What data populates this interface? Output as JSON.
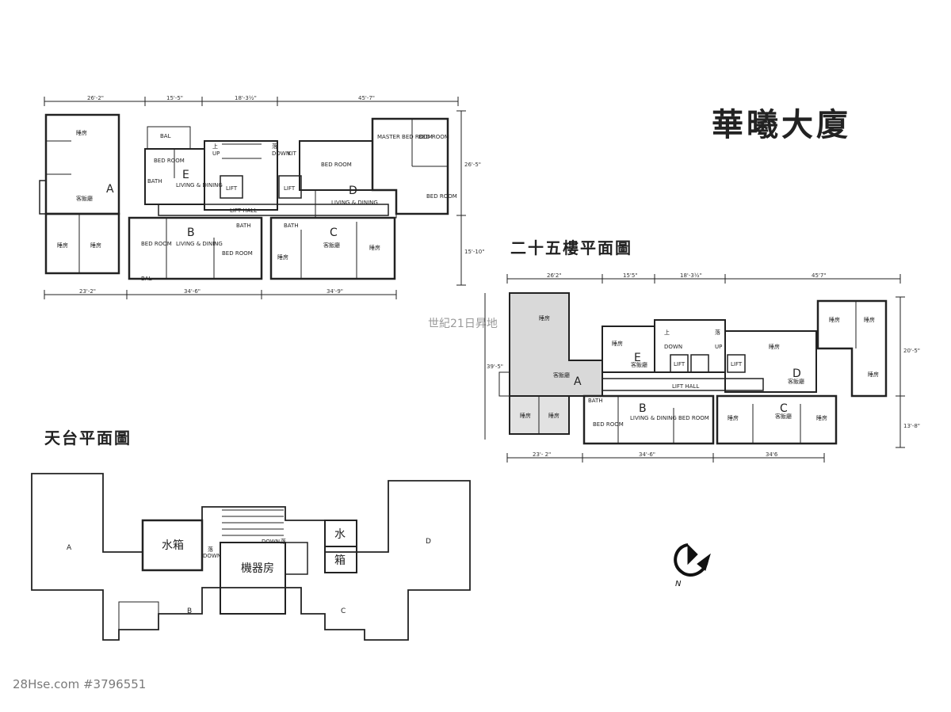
{
  "title": "華曦大廈",
  "watermark": "世紀21日昇地",
  "footer": "28Hse.com #3796551",
  "plans": {
    "typical": {
      "dims_top": [
        "26'-2\"",
        "15'-5\"",
        "18'-3½\"",
        "45'-7\""
      ],
      "dims_bottom": [
        "23'-2\"",
        "34'-6\"",
        "34'-9\""
      ],
      "dims_right": [
        "26'-5\"",
        "15'-10\""
      ],
      "labels": {
        "unitA": "A",
        "unitB": "B",
        "unitC": "C",
        "unitD": "D",
        "unitE": "E",
        "bedroom_zh": "睡房",
        "living_zh": "客飯廳",
        "bed_room": "BED ROOM",
        "master_bed_room": "MASTER BED ROOM",
        "living_dining": "LIVING & DINING",
        "bath": "BATH",
        "bal": "BAL",
        "kit": "KIT",
        "lift": "LIFT",
        "lift_hall": "LIFT HALL",
        "up": "UP",
        "down": "DOWN",
        "up_zh": "上",
        "down_zh": "落"
      }
    },
    "floor25": {
      "caption": "二十五樓平面圖",
      "dims_top": [
        "26'2\"",
        "15'5\"",
        "18'-3½\"",
        "45'7\""
      ],
      "dims_bottom": [
        "23'- 2\"",
        "34'-6\"",
        "34'6"
      ],
      "dims_right": [
        "20'-5\"",
        "13'-8\""
      ],
      "dims_left": [
        "39'-5\""
      ],
      "labels": {
        "unitA": "A",
        "unitB": "B",
        "unitC": "C",
        "unitD": "D",
        "unitE": "E",
        "bedroom_zh": "睡房",
        "living_zh": "客飯廳",
        "bed_room": "BED ROOM",
        "living_dining": "LIVING & DINING",
        "bath": "BATH",
        "lift": "LIFT",
        "lift_hall": "LIFT HALL",
        "up_zh": "上",
        "down_zh": "落",
        "up": "UP",
        "down": "DOWN"
      }
    },
    "roof": {
      "caption": "天台平面圖",
      "labels": {
        "unitA": "A",
        "unitB": "B",
        "unitC": "C",
        "unitD": "D",
        "water_tank": "水箱",
        "water_1": "水",
        "water_2": "箱",
        "machine_room": "機器房",
        "down": "DOWN",
        "down_zh": "落",
        "down_zh2": "落"
      }
    }
  },
  "compass": {
    "letter": "N"
  }
}
